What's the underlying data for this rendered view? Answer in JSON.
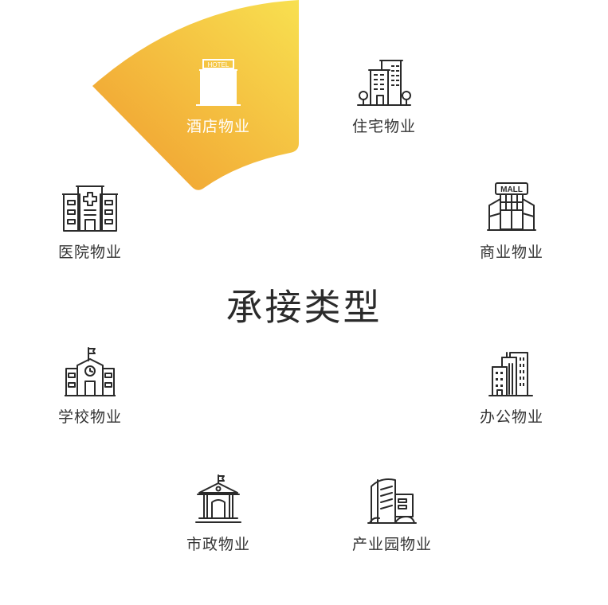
{
  "title": "承接类型",
  "active_item": "酒店物业",
  "colors": {
    "highlight_start": "#F8E050",
    "highlight_end": "#F09A2E",
    "text": "#333333",
    "active_text": "#ffffff"
  },
  "items": [
    {
      "label": "酒店物业",
      "icon": "hotel-icon",
      "sign": "HOTEL"
    },
    {
      "label": "住宅物业",
      "icon": "residential-icon"
    },
    {
      "label": "商业物业",
      "icon": "mall-icon",
      "sign": "MALL"
    },
    {
      "label": "办公物业",
      "icon": "office-icon"
    },
    {
      "label": "产业园物业",
      "icon": "industrial-park-icon"
    },
    {
      "label": "市政物业",
      "icon": "municipal-icon"
    },
    {
      "label": "学校物业",
      "icon": "school-icon"
    },
    {
      "label": "医院物业",
      "icon": "hospital-icon"
    }
  ]
}
